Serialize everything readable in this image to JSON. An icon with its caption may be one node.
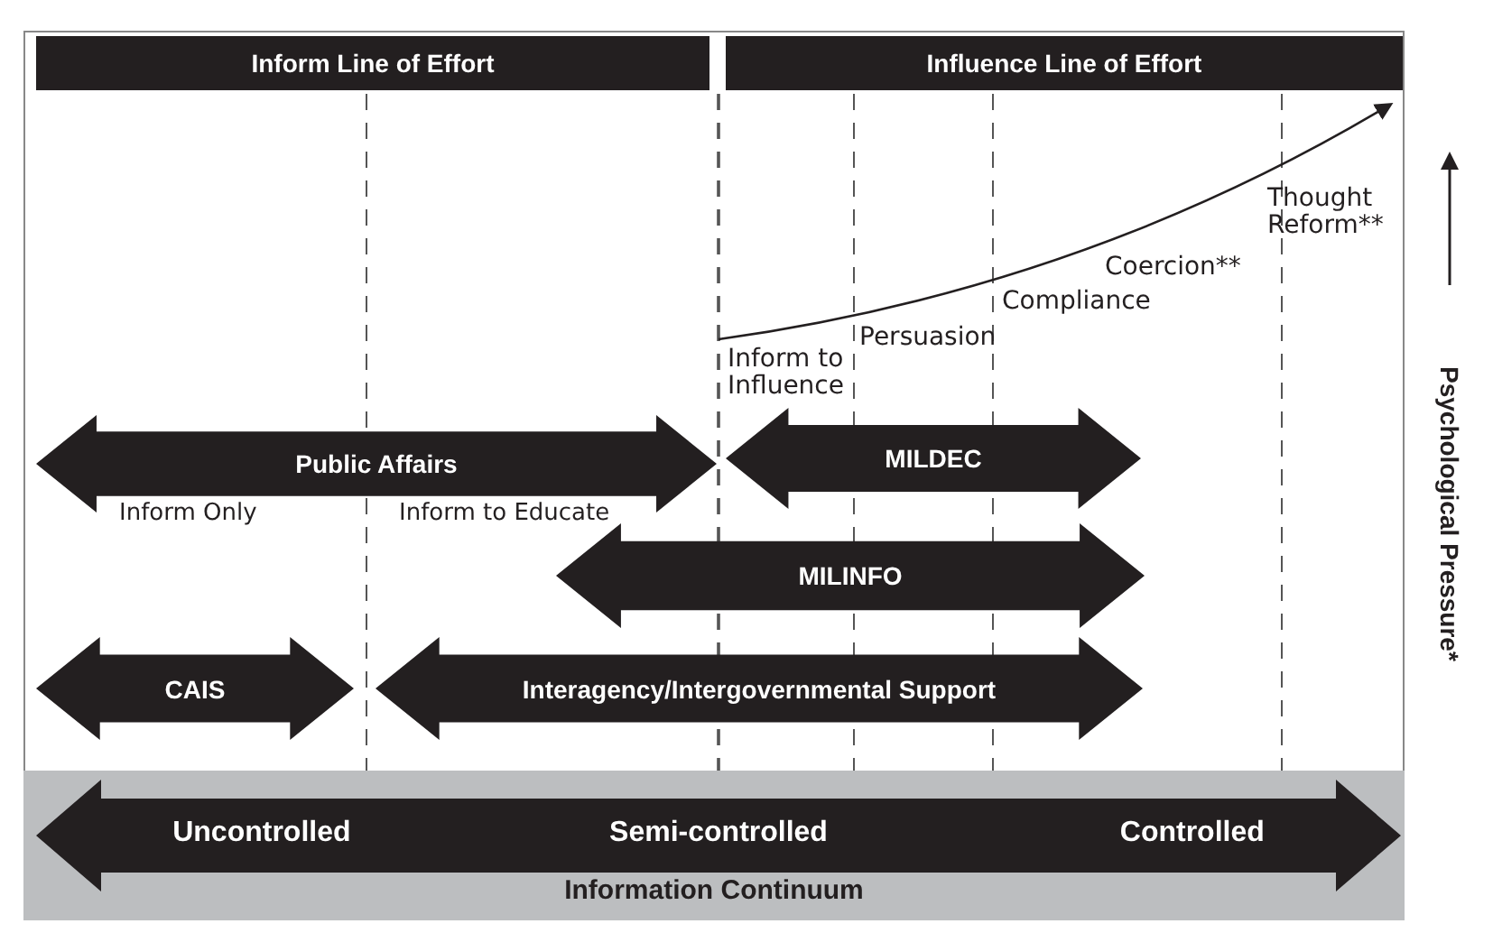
{
  "diagram": {
    "nodes": [
      {
        "text": [
          "Inform Line of Effort"
        ]
      },
      {
        "text": [
          "Influence Line of Effort"
        ]
      },
      {
        "text": [
          "Public Affairs"
        ]
      },
      {
        "text": [
          "MILDEC"
        ]
      },
      {
        "text": [
          "MILINFO"
        ]
      },
      {
        "text": [
          "CAIS"
        ]
      },
      {
        "text": [
          "Interagency/Intergovernmental Support"
        ]
      },
      {
        "text": [
          "Information Continuum"
        ]
      },
      {
        "text": [
          "Uncontrolled",
          "Semi-controlled",
          "Controlled"
        ],
        "in": 7
      }
    ],
    "edges": [],
    "labels": [
      "Inform to Influence",
      "Persuasion",
      "Compliance",
      "Coercion**",
      "Thought Reform**",
      "Psychological Pressure*",
      "Inform Only",
      "Inform to Educate"
    ]
  }
}
